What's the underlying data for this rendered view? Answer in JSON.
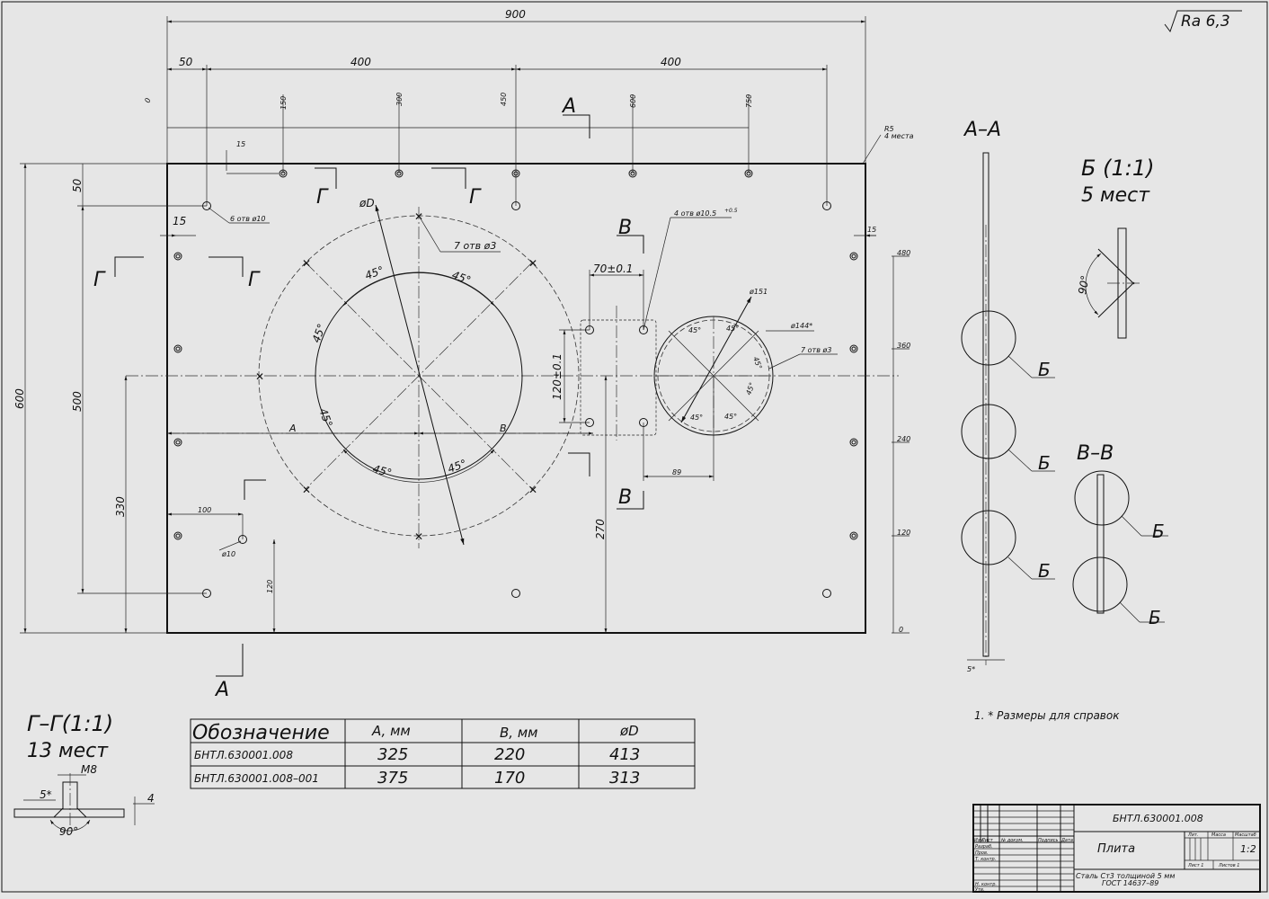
{
  "roughness": "Ra 6,3",
  "dims": {
    "overall_width": "900",
    "left_offset": "50",
    "span_1": "400",
    "span_2": "400",
    "zero": "0",
    "ticks_top": [
      "150",
      "300",
      "450",
      "600",
      "750"
    ],
    "d15_top": "15",
    "r5": "R5",
    "r5_note": "4 места",
    "d50_left": "50",
    "holes_6": "6 отв ø10",
    "d15_a": "15",
    "d15_b": "15",
    "phiD": "øD",
    "holes_7": "7 отв ø3",
    "holes_4": "4 отв ø10.5",
    "holes_4_tol": "+0.5",
    "d70": "70±0.1",
    "d120": "120±0.1",
    "d151": "ø151",
    "d144": "ø144*",
    "holes_7b": "7 отв ø3",
    "ang": "45°",
    "label_A": "A",
    "label_B": "B",
    "d89": "89",
    "d100": "100",
    "d10": "ø10",
    "d120b": "120",
    "d270": "270",
    "d330": "330",
    "d500": "500",
    "d600": "600",
    "right_ticks": [
      "480",
      "360",
      "240",
      "120",
      "0"
    ]
  },
  "section_marks": {
    "A": "A",
    "G": "Г",
    "V": "В"
  },
  "views": {
    "aa_title": "A–A",
    "b_title": "Б (1:1)",
    "b_count": "5 мест",
    "b_angle": "90°",
    "vv_title": "В–В",
    "b_label": "Б",
    "aa_thickness": "5*",
    "gg_title": "Г–Г(1:1)",
    "gg_count": "13 мест",
    "gg_m8": "M8",
    "gg_5": "5*",
    "gg_4": "4",
    "gg_90": "90°"
  },
  "note": "1. * Размеры для справок",
  "table": {
    "headers": [
      "Обозначение",
      "A, мм",
      "B, мм",
      "øD"
    ],
    "rows": [
      [
        "БНТЛ.630001.008",
        "325",
        "220",
        "413"
      ],
      [
        "БНТЛ.630001.008–001",
        "375",
        "170",
        "313"
      ]
    ]
  },
  "title_block": {
    "designation": "БНТЛ.630001.008",
    "name": "Плита",
    "material": "Сталь Ст3 толщиной 5 мм",
    "material_std": "ГОСТ 14637–89",
    "hdr_lit": "Лит.",
    "hdr_mass": "Масса",
    "hdr_scale": "Масштаб",
    "scale": "1:2",
    "sheet": "Лист 1",
    "sheets": "Листов 1",
    "rev_cols": [
      "Изм",
      "Лист",
      "№ докум.",
      "Подпись",
      "Дата"
    ],
    "roles": [
      "Разраб.",
      "Пров.",
      "Т. контр.",
      "Н. контр.",
      "Утв."
    ]
  }
}
